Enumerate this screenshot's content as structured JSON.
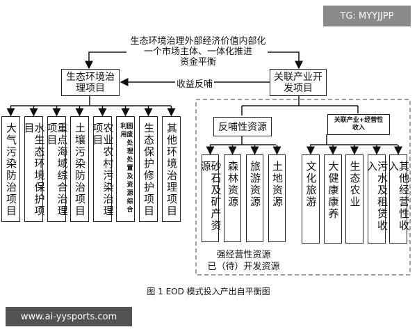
{
  "watermark_top": "TG: MYYJJPP",
  "watermark_bottom": "www.ai-yysports.com",
  "top_text": [
    "生态环境治理外部经济价值内部化",
    "一个市场主体、一体化推进",
    "资金平衡"
  ],
  "left_root": "生态环境治理项目",
  "right_root": "关联产业开发项目",
  "feedback_label": "收益反哺",
  "left_items": [
    "大气污染防治项目",
    "水生态环境保护项目",
    "重点海域综合治理项目",
    "土壤污染防治项目",
    "农业农村污染治理项目",
    "固废处理处置及资源综合利用",
    "生态保护修护项目",
    "其他环境治理项目"
  ],
  "sub_left": {
    "title": "反哺性资源",
    "items": [
      "砂石及矿产资源",
      "森林资源",
      "旅游资源",
      "土地资源"
    ]
  },
  "sub_right": {
    "title": "关联产业+经营性收入",
    "items": [
      "文化旅游",
      "大健康康养",
      "生态农业",
      "污水及租赁收入",
      "其他经营性收入"
    ]
  },
  "dashed_label": [
    "强经营性资源",
    "已（待）开发资源"
  ],
  "caption": "图 1 EOD 模式投入产出自平衡图"
}
